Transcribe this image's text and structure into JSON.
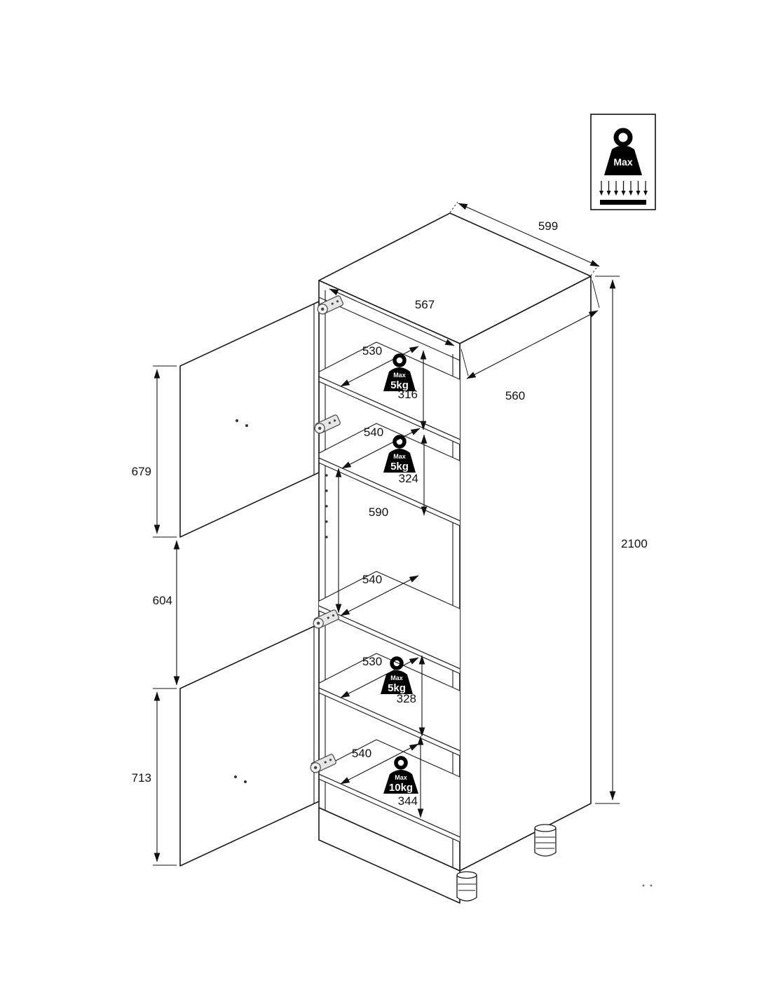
{
  "drawing": {
    "title_hint": "tall-cabinet-technical-dimension-drawing",
    "colors": {
      "line": "#1a1a1a",
      "background": "#ffffff",
      "badge": "#000000"
    },
    "dimensions": {
      "outer_width_top": "599",
      "inner_width_top": "567",
      "side_depth": "560",
      "total_height": "2100",
      "door_top_height": "679",
      "doors_gap": "604",
      "door_bottom_height": "713",
      "shelf1_depth": "530",
      "gap_top_to_shelf1": "316",
      "shelf2_depth": "540",
      "gap_shelf1_to_shelf2": "324",
      "middle_opening_height": "590",
      "middle_shelf_depth": "540",
      "gap_mid_to_shelf3": "328",
      "shelf3_depth": "530",
      "bottom_shelf_depth": "540",
      "gap_shelf3_to_bottom": "344"
    },
    "load_badges": [
      {
        "max": "Max",
        "weight": "5kg"
      },
      {
        "max": "Max",
        "weight": "5kg"
      },
      {
        "max": "Max",
        "weight": "5kg"
      },
      {
        "max": "Max",
        "weight": "10kg"
      }
    ],
    "legend": {
      "label": "Max"
    }
  }
}
